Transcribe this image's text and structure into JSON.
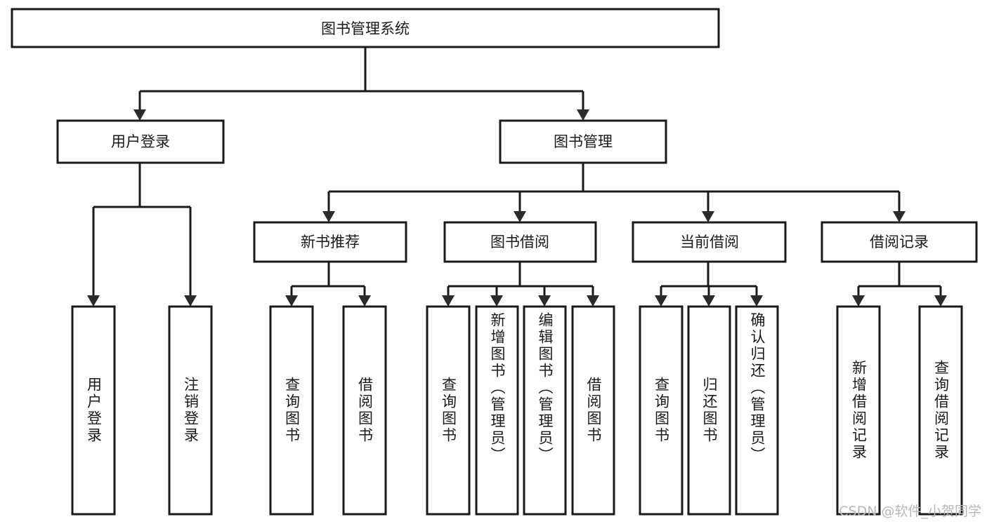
{
  "diagram": {
    "type": "tree",
    "title": "图书管理系统",
    "root": {
      "id": "root",
      "label": "图书管理系统",
      "shape": "rectangle",
      "orientation": "horizontal"
    },
    "level2": [
      {
        "id": "user-login",
        "label": "用户登录",
        "shape": "rectangle",
        "orientation": "horizontal"
      },
      {
        "id": "book-management",
        "label": "图书管理",
        "shape": "rectangle",
        "orientation": "horizontal"
      }
    ],
    "level3": [
      {
        "id": "new-book-recommend",
        "label": "新书推荐",
        "shape": "rectangle",
        "orientation": "horizontal",
        "parent": "book-management"
      },
      {
        "id": "book-borrow",
        "label": "图书借阅",
        "shape": "rectangle",
        "orientation": "horizontal",
        "parent": "book-management"
      },
      {
        "id": "current-borrow",
        "label": "当前借阅",
        "shape": "rectangle",
        "orientation": "horizontal",
        "parent": "book-management"
      },
      {
        "id": "borrow-record",
        "label": "借阅记录",
        "shape": "rectangle",
        "orientation": "horizontal",
        "parent": "book-management"
      }
    ],
    "leaves": [
      {
        "id": "leaf-user-login",
        "label": "用户登录",
        "orientation": "vertical",
        "parent": "user-login"
      },
      {
        "id": "leaf-logout",
        "label": "注销登录",
        "orientation": "vertical",
        "parent": "user-login"
      },
      {
        "id": "leaf-query-book-1",
        "label": "查询图书",
        "orientation": "vertical",
        "parent": "new-book-recommend"
      },
      {
        "id": "leaf-borrow-book-1",
        "label": "借阅图书",
        "orientation": "vertical",
        "parent": "new-book-recommend"
      },
      {
        "id": "leaf-query-book-2",
        "label": "查询图书",
        "orientation": "vertical",
        "parent": "book-borrow"
      },
      {
        "id": "leaf-add-book",
        "label": "新增图书（管理员）",
        "orientation": "vertical",
        "parent": "book-borrow"
      },
      {
        "id": "leaf-edit-book",
        "label": "编辑图书（管理员）",
        "orientation": "vertical",
        "parent": "book-borrow"
      },
      {
        "id": "leaf-borrow-book-2",
        "label": "借阅图书",
        "orientation": "vertical",
        "parent": "book-borrow"
      },
      {
        "id": "leaf-query-book-3",
        "label": "查询图书",
        "orientation": "vertical",
        "parent": "current-borrow"
      },
      {
        "id": "leaf-return-book",
        "label": "归还图书",
        "orientation": "vertical",
        "parent": "current-borrow"
      },
      {
        "id": "leaf-confirm-return",
        "label": "确认归还（管理员）",
        "orientation": "vertical",
        "parent": "current-borrow"
      },
      {
        "id": "leaf-add-record",
        "label": "新增借阅记录",
        "orientation": "vertical",
        "parent": "borrow-record"
      },
      {
        "id": "leaf-query-record",
        "label": "查询借阅记录",
        "orientation": "vertical",
        "parent": "borrow-record"
      }
    ],
    "colors": {
      "box_fill": "#ffffff",
      "box_stroke": "#1a1a1a",
      "text": "#1a1a1a",
      "connector": "#1a1a1a",
      "watermark": "#b8b8b8",
      "background": "#ffffff"
    }
  },
  "watermark": {
    "text": "CSDN @软件_小贺同学"
  }
}
